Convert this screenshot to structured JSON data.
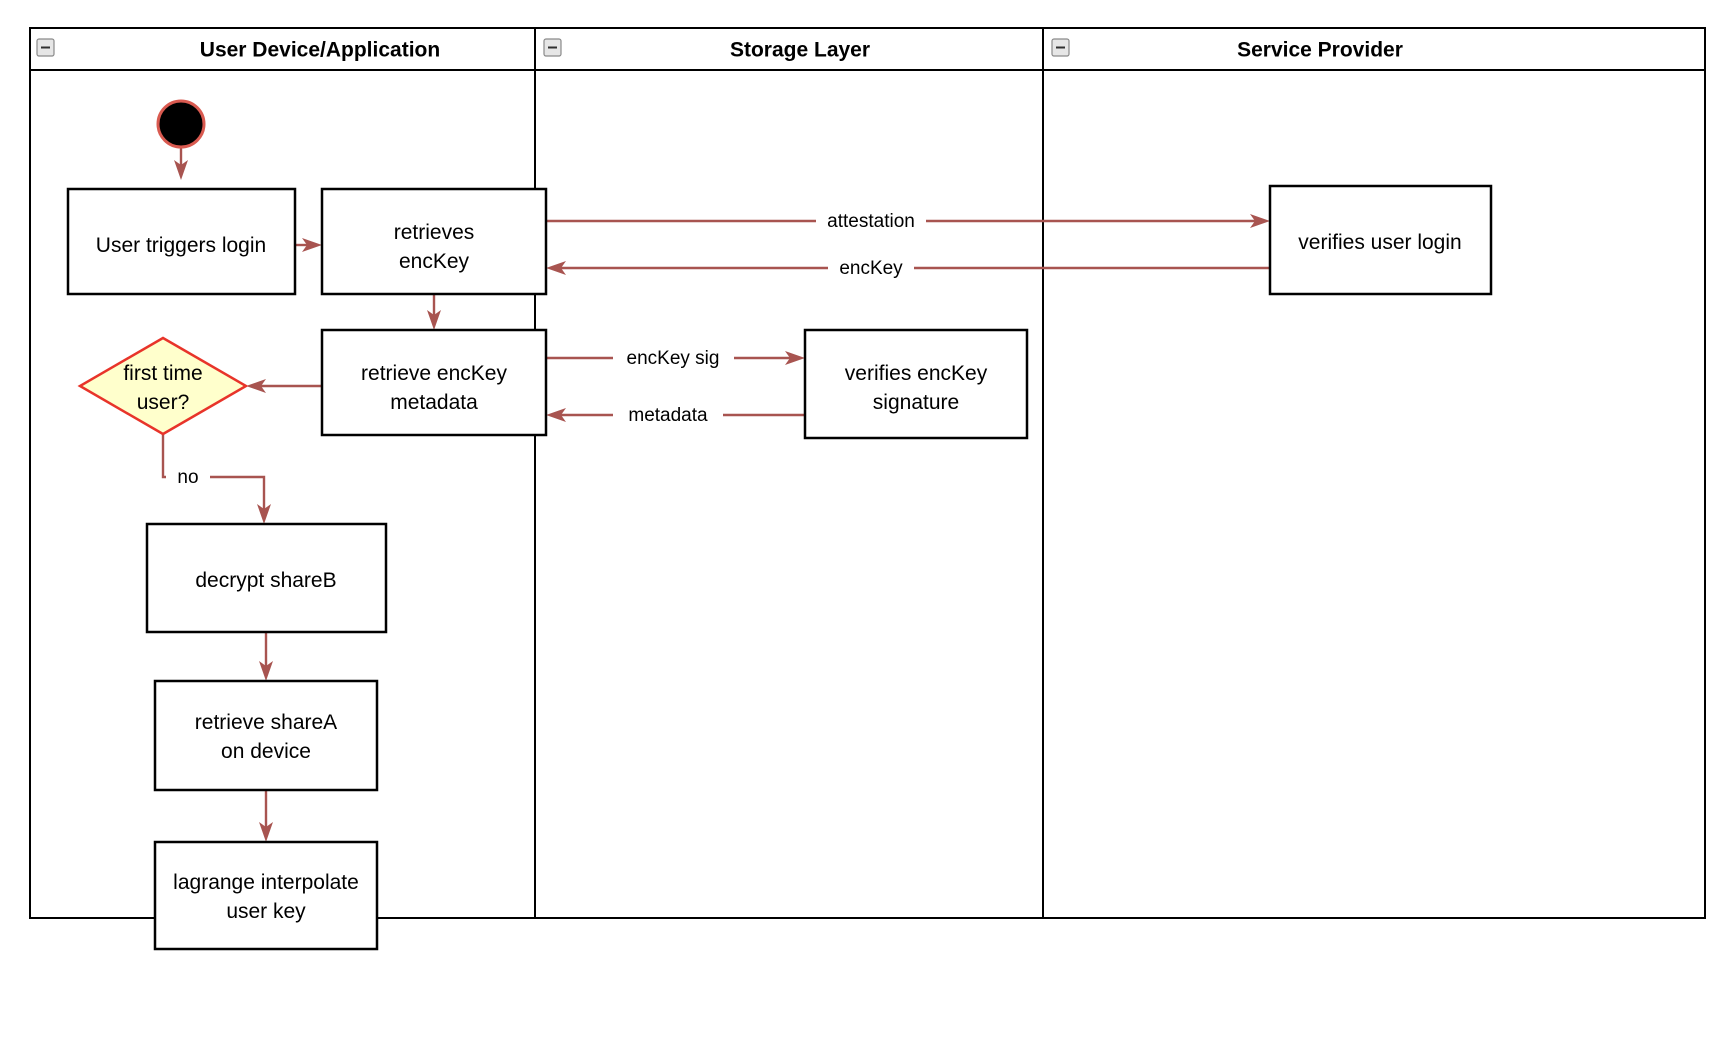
{
  "diagram": {
    "type": "swimlane-activity-diagram",
    "lanes": [
      {
        "id": "user-device",
        "title": "User Device/Application",
        "collapse_icon": "minus-box-icon"
      },
      {
        "id": "storage-layer",
        "title": "Storage Layer",
        "collapse_icon": "minus-box-icon"
      },
      {
        "id": "service-provider",
        "title": "Service Provider",
        "collapse_icon": "minus-box-icon"
      }
    ],
    "nodes": [
      {
        "id": "start",
        "kind": "start",
        "lane": "user-device",
        "label": ""
      },
      {
        "id": "user-triggers-login",
        "kind": "activity",
        "lane": "user-device",
        "label_line1": "User triggers login",
        "label_line2": ""
      },
      {
        "id": "retrieves-enckey",
        "kind": "activity",
        "lane": "user-device",
        "label_line1": "retrieves",
        "label_line2": "encKey"
      },
      {
        "id": "retrieve-enckey-metadata",
        "kind": "activity",
        "lane": "user-device",
        "label_line1": "retrieve encKey",
        "label_line2": "metadata"
      },
      {
        "id": "first-time-user",
        "kind": "decision",
        "lane": "user-device",
        "label_line1": "first time",
        "label_line2": "user?"
      },
      {
        "id": "decrypt-shareb",
        "kind": "activity",
        "lane": "user-device",
        "label_line1": "decrypt shareB",
        "label_line2": ""
      },
      {
        "id": "retrieve-sharea",
        "kind": "activity",
        "lane": "user-device",
        "label_line1": "retrieve shareA",
        "label_line2": "on device"
      },
      {
        "id": "lagrange-interpolate",
        "kind": "activity",
        "lane": "user-device",
        "label_line1": "lagrange interpolate",
        "label_line2": "user key"
      },
      {
        "id": "verifies-enckey-signature",
        "kind": "activity",
        "lane": "storage-layer",
        "label_line1": "verifies encKey",
        "label_line2": "signature"
      },
      {
        "id": "verifies-user-login",
        "kind": "activity",
        "lane": "service-provider",
        "label_line1": "verifies user login",
        "label_line2": ""
      }
    ],
    "edges": [
      {
        "id": "start-to-login",
        "from": "start",
        "to": "user-triggers-login",
        "label": ""
      },
      {
        "id": "login-to-retrieves",
        "from": "user-triggers-login",
        "to": "retrieves-enckey",
        "label": ""
      },
      {
        "id": "attestation",
        "from": "retrieves-enckey",
        "to": "verifies-user-login",
        "label": "attestation"
      },
      {
        "id": "enckey-return",
        "from": "verifies-user-login",
        "to": "retrieves-enckey",
        "label": "encKey"
      },
      {
        "id": "retrieves-to-metadata",
        "from": "retrieves-enckey",
        "to": "retrieve-enckey-metadata",
        "label": ""
      },
      {
        "id": "enckey-sig",
        "from": "retrieve-enckey-metadata",
        "to": "verifies-enckey-signature",
        "label": "encKey sig"
      },
      {
        "id": "metadata-return",
        "from": "verifies-enckey-signature",
        "to": "retrieve-enckey-metadata",
        "label": "metadata"
      },
      {
        "id": "metadata-to-decision",
        "from": "retrieve-enckey-metadata",
        "to": "first-time-user",
        "label": ""
      },
      {
        "id": "decision-no",
        "from": "first-time-user",
        "to": "decrypt-shareb",
        "label": "no"
      },
      {
        "id": "decrypt-to-sharea",
        "from": "decrypt-shareb",
        "to": "retrieve-sharea",
        "label": ""
      },
      {
        "id": "sharea-to-lagrange",
        "from": "retrieve-sharea",
        "to": "lagrange-interpolate",
        "label": ""
      }
    ],
    "colors": {
      "flow": "#a85450",
      "decision_fill": "#ffffcc",
      "decision_stroke": "#e8342a",
      "node_stroke": "#000000",
      "node_fill": "#ffffff",
      "start_fill": "#000000",
      "start_stroke": "#d95a50",
      "background": "#ffffff"
    }
  }
}
